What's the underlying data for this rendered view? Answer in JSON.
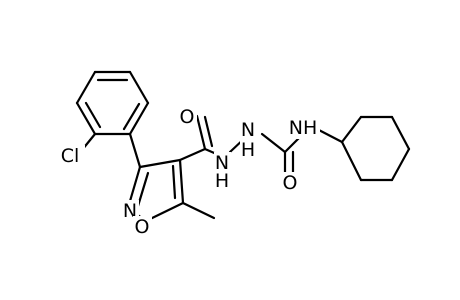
{
  "molecule": {
    "atom_labels": {
      "cl": "Cl",
      "n_ring": "N",
      "o_ring": "O",
      "o_carbonyl_left": "O",
      "nh_hydrazide_1": "N",
      "h_hydrazide_1": "H",
      "nh_hydrazide_2": "N",
      "h_hydrazide_2": "H",
      "nh_amide": "NH",
      "o_carbonyl_right": "O"
    },
    "colors": {
      "bond": "#000000",
      "text": "#000000",
      "background": "#ffffff"
    }
  }
}
